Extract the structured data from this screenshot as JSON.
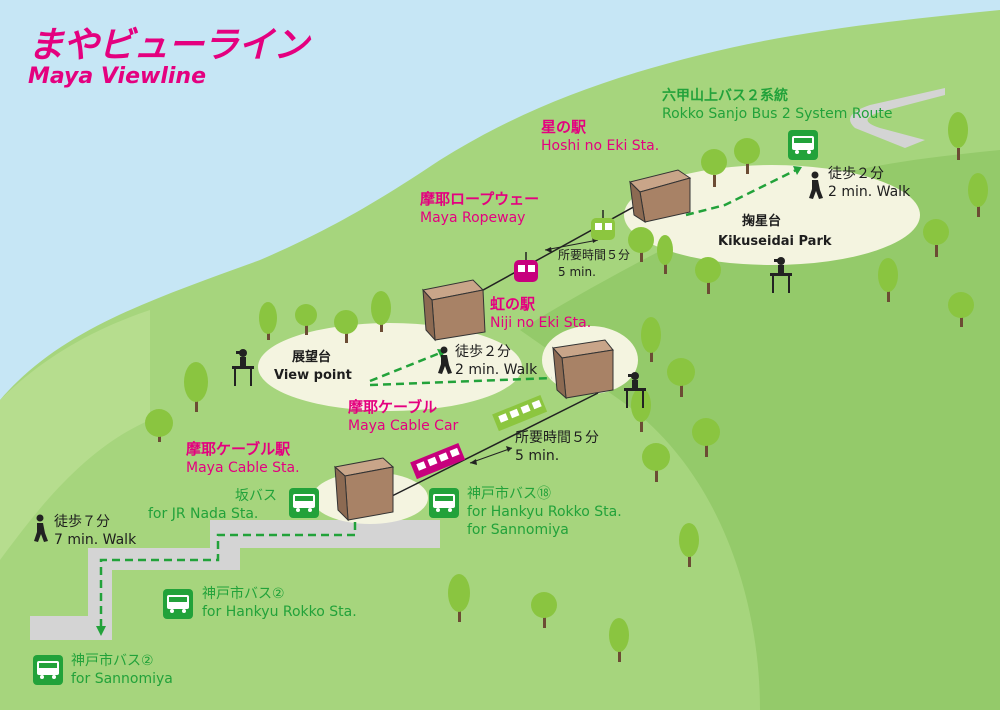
{
  "title": {
    "jp": "まやビューライン",
    "en": "Maya Viewline"
  },
  "stations": {
    "hoshi": {
      "jp": "星の駅",
      "en": "Hoshi no Eki Sta."
    },
    "niji": {
      "jp": "虹の駅",
      "en": "Niji no Eki Sta."
    },
    "cable_sta": {
      "jp": "摩耶ケーブル駅",
      "en": "Maya Cable Sta."
    }
  },
  "lines": {
    "ropeway": {
      "jp": "摩耶ロープウェー",
      "en": "Maya Ropeway",
      "time_jp": "所要時間５分",
      "time_en": "5 min."
    },
    "cable": {
      "jp": "摩耶ケーブル",
      "en": "Maya Cable Car",
      "time_jp": "所要時間５分",
      "time_en": "5 min."
    }
  },
  "places": {
    "viewpoint": {
      "jp": "展望台",
      "en": "View point"
    },
    "kikuseidai": {
      "jp": "掬星台",
      "en": "Kikuseidai Park"
    }
  },
  "walks": {
    "top": {
      "jp": "徒歩２分",
      "en": "2 min. Walk"
    },
    "middle": {
      "jp": "徒歩２分",
      "en": "2 min. Walk"
    },
    "bottom": {
      "jp": "徒歩７分",
      "en": "7 min. Walk"
    }
  },
  "buses": {
    "rokko_sanjo": {
      "jp": "六甲山上バス２系統",
      "en": "Rokko Sanjo Bus 2 System Route"
    },
    "saka": {
      "jp": "坂バス",
      "en": "for JR Nada Sta."
    },
    "kobe18": {
      "jp": "神戸市バス⑱",
      "en1": "for Hankyu Rokko Sta.",
      "en2": "for Sannomiya"
    },
    "kobe2_hankyu": {
      "jp": "神戸市バス②",
      "en": "for Hankyu Rokko Sta."
    },
    "kobe2_sannomiya": {
      "jp": "神戸市バス②",
      "en": "for Sannomiya"
    }
  },
  "colors": {
    "sky": "#c6e6f5",
    "mountain": "#a6d57d",
    "mountain_dark": "#94ca6a",
    "accent": "#e4007f",
    "bus": "#22a23a",
    "road": "#d4d4d4",
    "station": "#a88266"
  }
}
